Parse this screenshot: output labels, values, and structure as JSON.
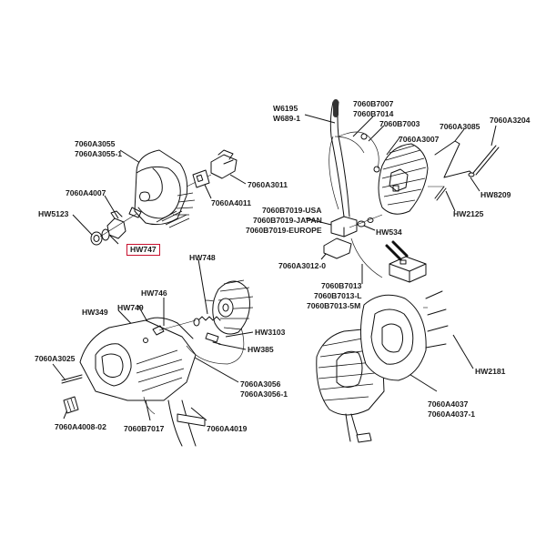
{
  "colors": {
    "line": "#111111",
    "highlight": "#c8102e",
    "background": "#ffffff"
  },
  "labels": {
    "a3055": "7060A3055",
    "a3055_1": "7060A3055-1",
    "a4007": "7060A4007",
    "hw5123": "HW5123",
    "hw747": "HW747",
    "a3011": "7060A3011",
    "a4011": "7060A4011",
    "w6195": "W6195",
    "w689_1": "W689-1",
    "b7007": "7060B7007",
    "b7014": "7060B7014",
    "b7003": "7060B7003",
    "a3085": "7060A3085",
    "a3204": "7060A3204",
    "a3007": "7060A3007",
    "hw8209": "HW8209",
    "hw2125": "HW2125",
    "b7019_usa": "7060B7019-USA",
    "b7019_japan": "7060B7019-JAPAN",
    "b7019_europe": "7060B7019-EUROPE",
    "hw534": "HW534",
    "a3012_0": "7060A3012-0",
    "b7013": "7060B7013",
    "b7013_l": "7060B7013-L",
    "b7013_5m": "7060B7013-5M",
    "hw748": "HW748",
    "hw746": "HW746",
    "hw349": "HW349",
    "hw749": "HW749",
    "hw3103": "HW3103",
    "hw385": "HW385",
    "a3025": "7060A3025",
    "a3056": "7060A3056",
    "a3056_1": "7060A3056-1",
    "a4008_02": "7060A4008-02",
    "b7017": "7060B7017",
    "a4019": "7060A4019",
    "hw2181": "HW2181",
    "a4037": "7060A4037",
    "a4037_1": "7060A4037-1"
  }
}
